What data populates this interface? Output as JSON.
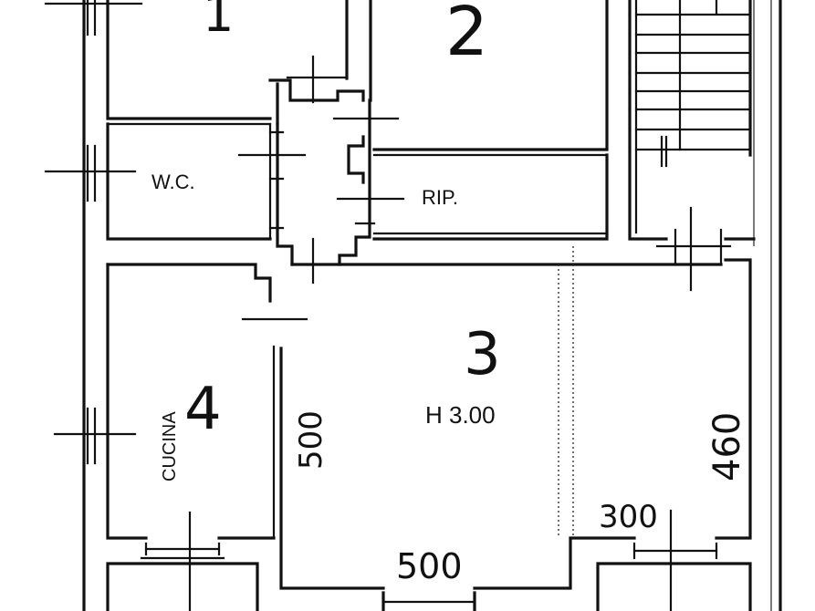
{
  "plan": {
    "rooms": [
      {
        "key": "room1",
        "number": "1"
      },
      {
        "key": "room2",
        "number": "2"
      },
      {
        "key": "room3",
        "number": "3",
        "height": "H 3.00",
        "dim_height": "500",
        "dim_width": "500"
      },
      {
        "key": "room4",
        "number": "4",
        "name": "CUCINA"
      },
      {
        "key": "room5",
        "dim_height": "460",
        "dim_width": "300"
      },
      {
        "key": "wc",
        "name": "W.C."
      },
      {
        "key": "rip",
        "name": "RIP."
      }
    ]
  }
}
